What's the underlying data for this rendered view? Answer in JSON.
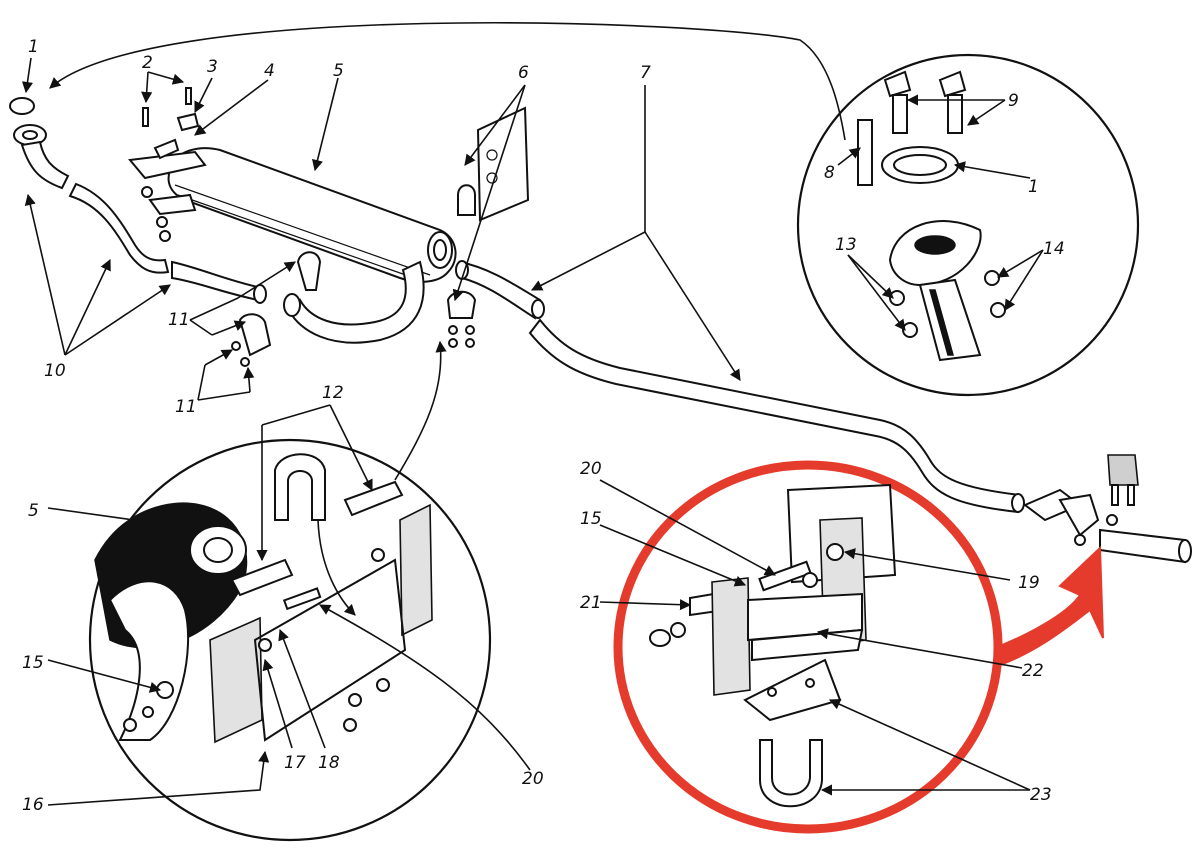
{
  "callouts": {
    "c1a": "1",
    "c1b": "1",
    "c2": "2",
    "c3": "3",
    "c4": "4",
    "c5a": "5",
    "c5b": "5",
    "c6": "6",
    "c7": "7",
    "c8": "8",
    "c9": "9",
    "c10": "10",
    "c11a": "11",
    "c11b": "11",
    "c12": "12",
    "c13": "13",
    "c14": "14",
    "c15a": "15",
    "c15b": "15",
    "c16": "16",
    "c17": "17",
    "c18": "18",
    "c19": "19",
    "c20a": "20",
    "c20b": "20",
    "c21": "21",
    "c22": "22",
    "c23": "23"
  },
  "colors": {
    "line": "#111111",
    "background": "#ffffff",
    "highlight": "#e53b2c"
  }
}
